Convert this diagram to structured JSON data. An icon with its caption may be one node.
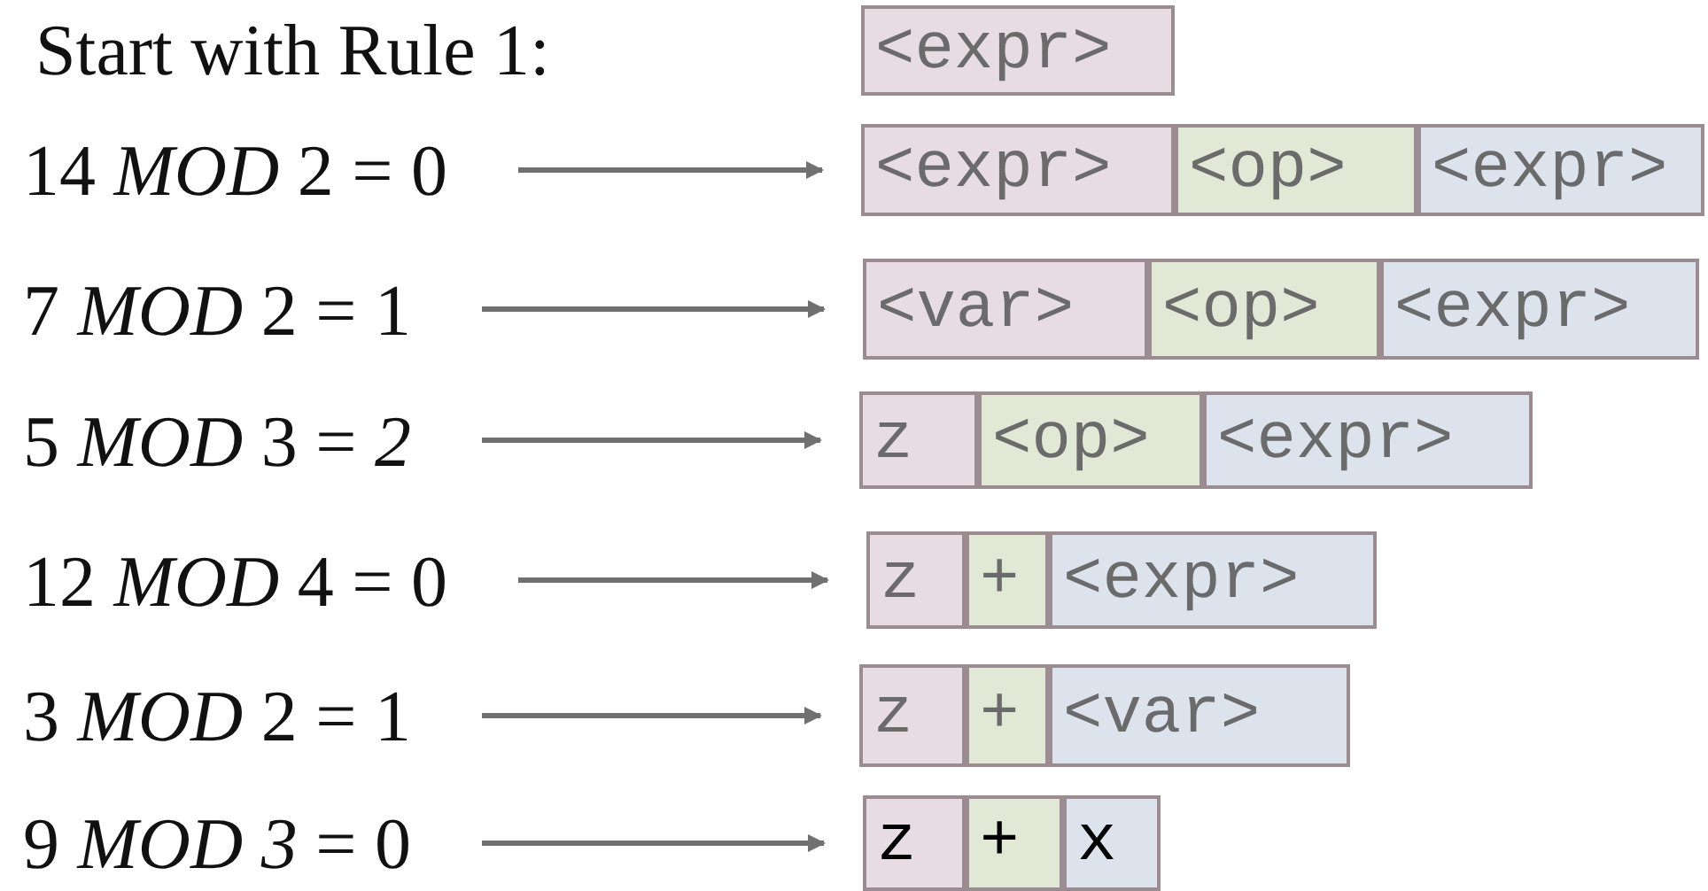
{
  "diagram": {
    "nodes": [
      {
        "text": [
          "<expr>"
        ]
      },
      {
        "text": [
          "14 *MOD* 2 = 0"
        ]
      },
      {
        "text": [
          "<expr>"
        ]
      },
      {
        "text": [
          "<op>"
        ]
      },
      {
        "text": [
          "<expr>"
        ]
      },
      {
        "text": [
          "7 *MOD* 2 = 1"
        ]
      },
      {
        "text": [
          "<var>"
        ]
      },
      {
        "text": [
          "<op>"
        ]
      },
      {
        "text": [
          "<expr>"
        ]
      },
      {
        "text": [
          "5 *MOD* 3 = *2*"
        ]
      },
      {
        "text": [
          "z"
        ]
      },
      {
        "text": [
          "<op>"
        ]
      },
      {
        "text": [
          "<expr>"
        ]
      },
      {
        "text": [
          "12 *MOD* 4 = 0"
        ]
      },
      {
        "text": [
          "z"
        ]
      },
      {
        "text": [
          "+"
        ]
      },
      {
        "text": [
          "<expr>"
        ]
      },
      {
        "text": [
          "3 *MOD* 2 = 1"
        ]
      },
      {
        "text": [
          "z"
        ]
      },
      {
        "text": [
          "+"
        ]
      },
      {
        "text": [
          "<var>"
        ]
      },
      {
        "text": [
          "9 *MOD 3* = 0"
        ]
      },
      {
        "text": [
          "z"
        ]
      },
      {
        "text": [
          "+"
        ]
      },
      {
        "text": [
          "x"
        ]
      }
    ],
    "edges": [
      {
        "from": 1,
        "to": 2,
        "arrow": "to"
      },
      {
        "from": 5,
        "to": 6,
        "arrow": "to"
      },
      {
        "from": 9,
        "to": 10,
        "arrow": "to"
      },
      {
        "from": 13,
        "to": 14,
        "arrow": "to"
      },
      {
        "from": 17,
        "to": 18,
        "arrow": "to"
      },
      {
        "from": 21,
        "to": 22,
        "arrow": "to"
      }
    ],
    "labels": [
      "Start with Rule 1:"
    ]
  }
}
